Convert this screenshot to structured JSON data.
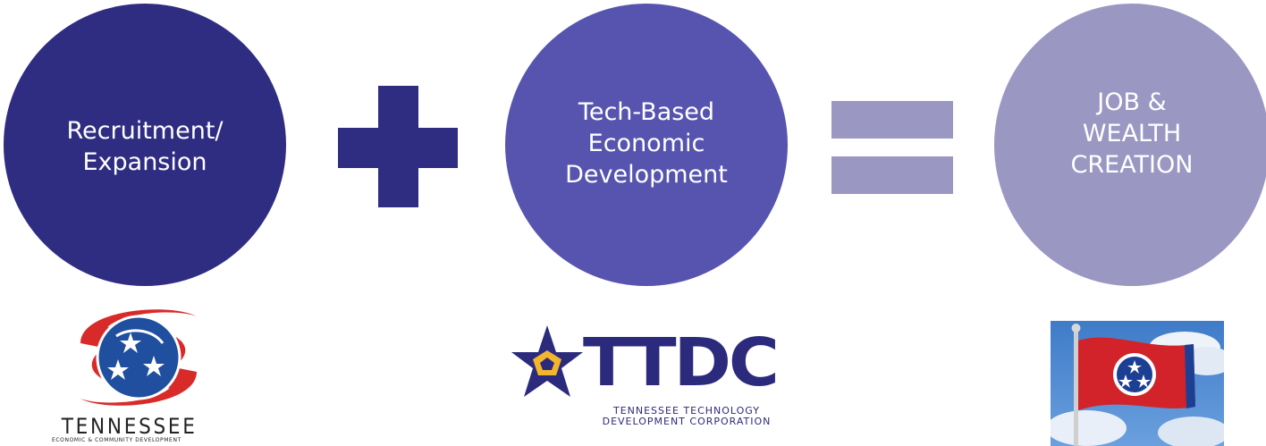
{
  "circles": [
    {
      "line1": "Recruitment/",
      "line2": "Expansion",
      "color": "#2e2d82"
    },
    {
      "line1": "Tech-Based",
      "line2": "Economic",
      "line3": "Development",
      "color": "#5754b0"
    },
    {
      "line1": "JOB &",
      "line2": "WEALTH",
      "line3": "CREATION",
      "color": "#9a97c2"
    }
  ],
  "operators": {
    "plus": "plus-icon",
    "equals": "equals-icon"
  },
  "logos": {
    "ecd": {
      "name": "TENNESSEE",
      "tagline": "ECONOMIC & COMMUNITY DEVELOPMENT",
      "colors": {
        "red": "#d92a2a",
        "blue": "#1f4f9e"
      }
    },
    "ttdc": {
      "name": "TTDC",
      "line1": "TENNESSEE TECHNOLOGY",
      "line2": "DEVELOPMENT CORPORATION",
      "colors": {
        "navy": "#2c2a7c",
        "gold": "#f2b52c"
      }
    },
    "flag": {
      "alt": "Tennessee state flag",
      "colors": {
        "red": "#d2232a",
        "blue": "#1c3f94",
        "sky": "#3f7bc8"
      }
    }
  }
}
